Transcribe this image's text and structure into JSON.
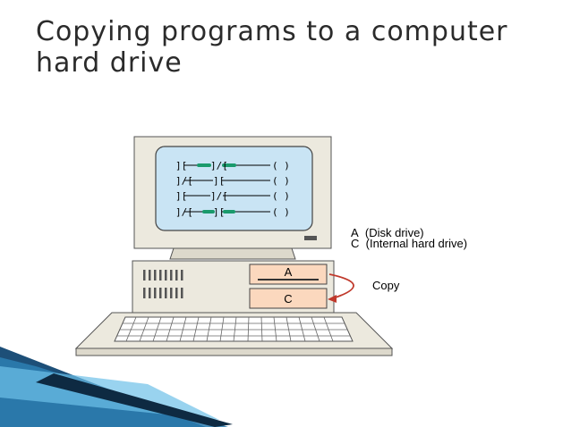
{
  "slide": {
    "title_line1": "Copying programs to a computer",
    "title_line2": "hard drive"
  },
  "legend": {
    "a_key": "A",
    "a_text": "(Disk drive)",
    "c_key": "C",
    "c_text": "(Internal hard drive)"
  },
  "drives": {
    "a_label": "A",
    "c_label": "C"
  },
  "copy_label": "Copy",
  "ladder_rungs": [
    {
      "contact1": "][",
      "contact2": "]/[",
      "coil": "(  )"
    },
    {
      "contact1": "]/[",
      "contact2": "][",
      "coil": "(  )"
    },
    {
      "contact1": "][",
      "contact2": "]/[",
      "coil": "(  )"
    },
    {
      "contact1": "]/[",
      "contact2": "][",
      "coil": "(  )"
    }
  ],
  "colors": {
    "screen": "#c9e4f4",
    "body": "#ece9de",
    "drive_bay": "#fbd8be",
    "arrow": "#c0392b",
    "energized": "#1a9a6c",
    "accent_blue": "#1a5c8c"
  }
}
